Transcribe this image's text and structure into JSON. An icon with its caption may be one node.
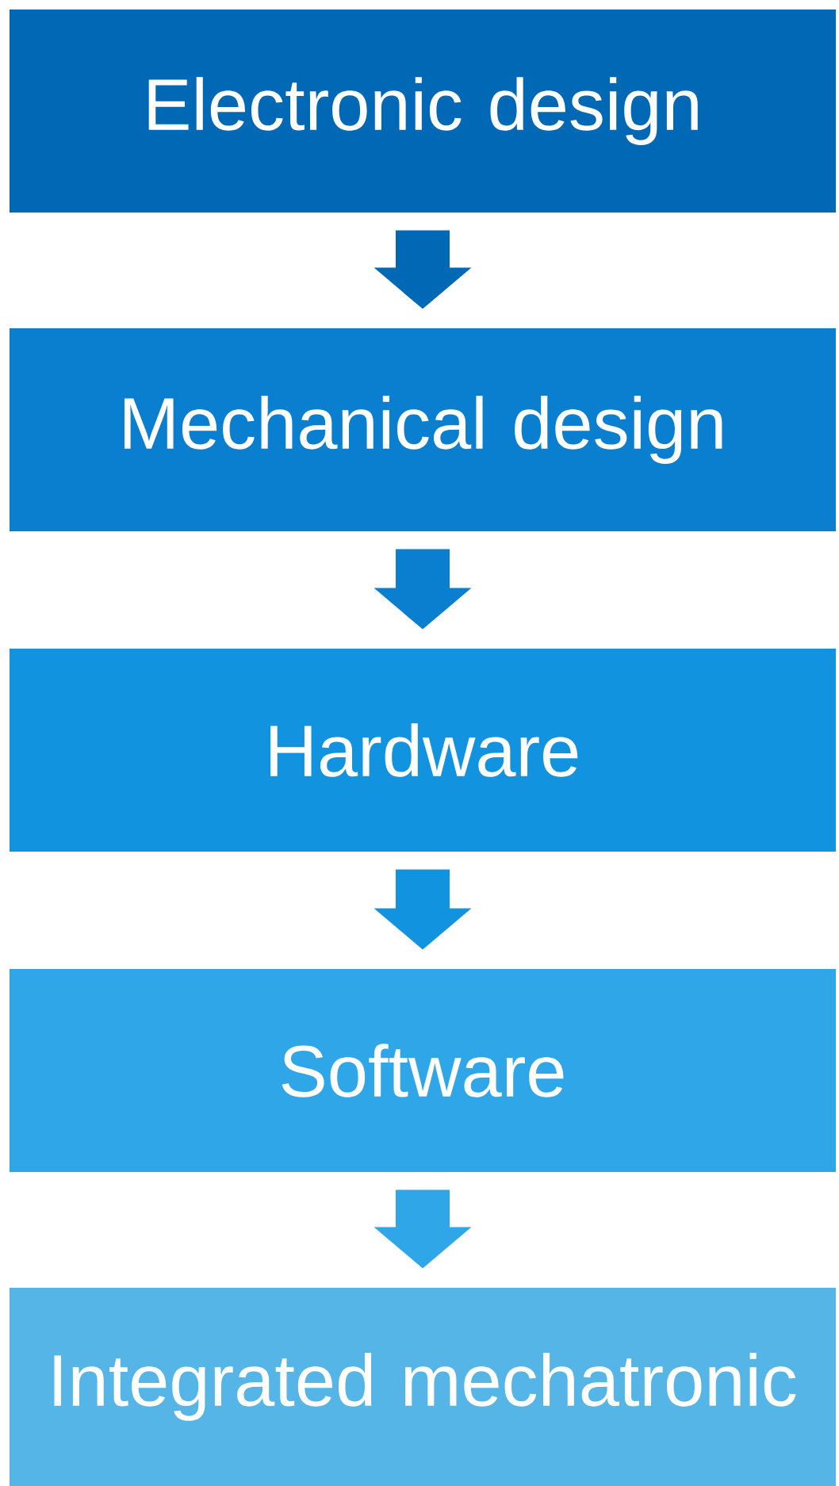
{
  "diagram": {
    "nodes": [
      {
        "text": [
          "Electronic design"
        ]
      },
      {
        "text": [
          "Mechanical design"
        ]
      },
      {
        "text": [
          "Hardware"
        ]
      },
      {
        "text": [
          "Software"
        ]
      },
      {
        "text": [
          "Integrated mechatronic"
        ]
      }
    ],
    "edges": [
      {
        "from": 0,
        "to": 1,
        "arrow": "to",
        "color": "#0068b4"
      },
      {
        "from": 1,
        "to": 2,
        "arrow": "to",
        "color": "#0a7fd0"
      },
      {
        "from": 2,
        "to": 3,
        "arrow": "to",
        "color": "#1193e0"
      },
      {
        "from": 3,
        "to": 4,
        "arrow": "to",
        "color": "#2fa6e8"
      }
    ]
  }
}
